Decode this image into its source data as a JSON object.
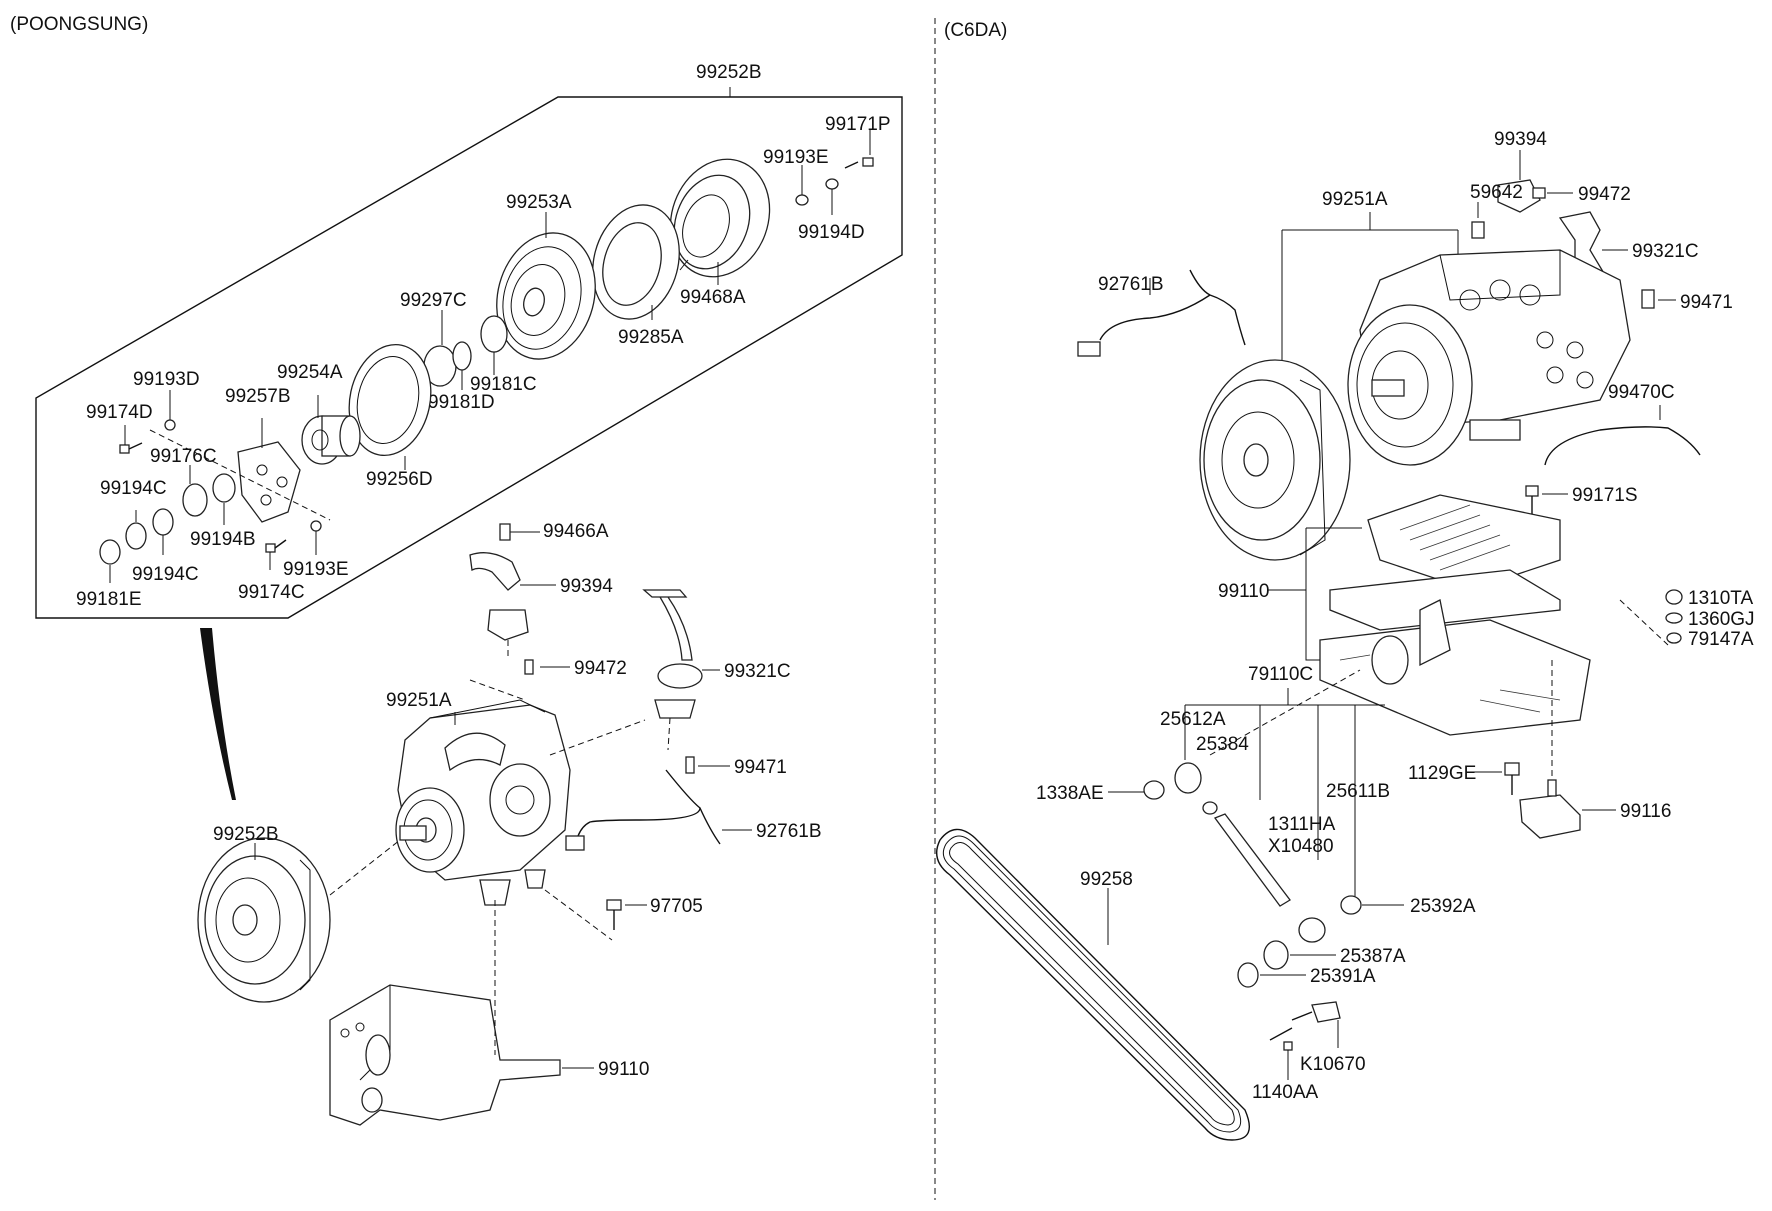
{
  "sections": {
    "left_title": "(POONGSUNG)",
    "right_title": "(C6DA)"
  },
  "left_labels": {
    "kit": "99252B",
    "p99171P": "99171P",
    "p99193E_top": "99193E",
    "p99194D": "99194D",
    "p99253A": "99253A",
    "p99468A": "99468A",
    "p99285A": "99285A",
    "p99297C": "99297C",
    "p99181C": "99181C",
    "p99181D": "99181D",
    "p99254A": "99254A",
    "p99256D": "99256D",
    "p99193D": "99193D",
    "p99257B": "99257B",
    "p99174D": "99174D",
    "p99176C": "99176C",
    "p99194C_a": "99194C",
    "p99194B": "99194B",
    "p99194C_b": "99194C",
    "p99193E_bot": "99193E",
    "p99174C": "99174C",
    "p99181E": "99181E",
    "p99466A": "99466A",
    "p99394": "99394",
    "p99472": "99472",
    "p99321C": "99321C",
    "p99251A": "99251A",
    "p99471": "99471",
    "p92761B": "92761B",
    "p99252B_pulley": "99252B",
    "p97705": "97705",
    "p99110": "99110"
  },
  "right_labels": {
    "p99394": "99394",
    "p59642": "59642",
    "p99472": "99472",
    "p99251A": "99251A",
    "p99321C": "99321C",
    "p92761B": "92761B",
    "p99471": "99471",
    "p99470C": "99470C",
    "p99171S": "99171S",
    "p99110": "99110",
    "p1310TA": "1310TA",
    "p1360GJ": "1360GJ",
    "p79147A": "79147A",
    "p79110C": "79110C",
    "p25612A": "25612A",
    "p25384": "25384",
    "p25611B": "25611B",
    "p1338AE": "1338AE",
    "p1129GE": "1129GE",
    "p99116": "99116",
    "p1311HA": "1311HA",
    "pX10480": "X10480",
    "p99258": "99258",
    "p25392A": "25392A",
    "p25387A": "25387A",
    "p25391A": "25391A",
    "pK10670": "K10670",
    "p1140AA": "1140AA"
  }
}
